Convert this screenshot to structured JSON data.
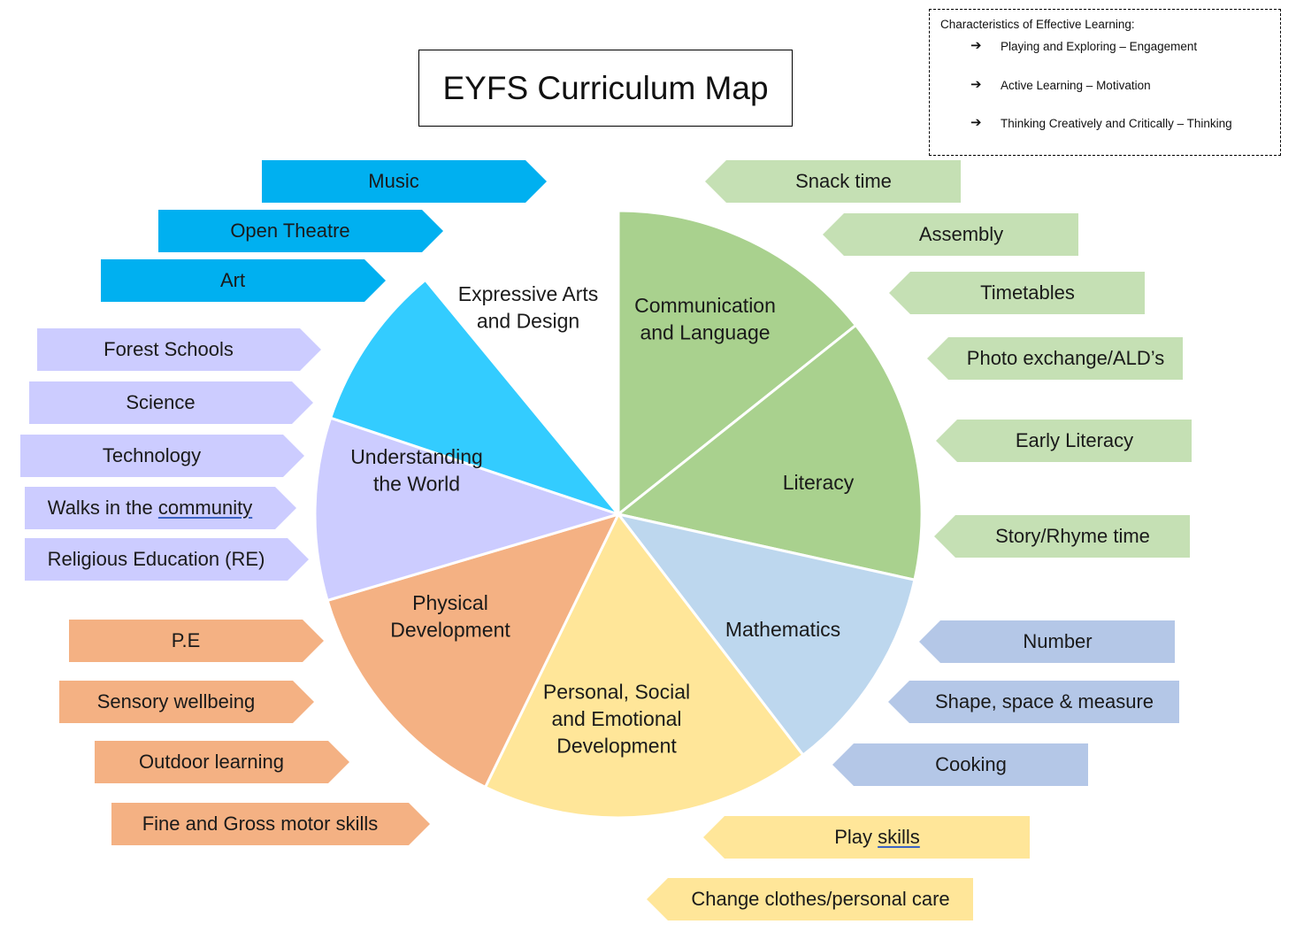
{
  "title": "EYFS Curriculum Map",
  "characteristics": {
    "heading": "Characteristics of Effective Learning:",
    "arrow": "➔",
    "items": [
      "Playing and Exploring – Engagement",
      "Active Learning – Motivation",
      "Thinking Creatively and Critically – Thinking"
    ]
  },
  "segments": [
    {
      "lines": [
        "Communication",
        "and Language"
      ],
      "color": "#a9d18e"
    },
    {
      "lines": [
        "Literacy"
      ],
      "color": "#a9d18e"
    },
    {
      "lines": [
        "Mathematics"
      ],
      "color": "#bdd7ee"
    },
    {
      "lines": [
        "Personal, Social",
        "and Emotional",
        "Development"
      ],
      "color": "#ffe699"
    },
    {
      "lines": [
        "Physical",
        "Development"
      ],
      "color": "#f4b183"
    },
    {
      "lines": [
        "Understanding",
        "the World"
      ],
      "color": "#ccccff"
    },
    {
      "lines": [
        "Expressive Arts",
        "and Design"
      ],
      "color": "#33ccff"
    }
  ],
  "tags_left": {
    "music": "Music",
    "open_theatre": "Open Theatre",
    "art": "Art",
    "forest_schools": "Forest Schools",
    "science": "Science",
    "technology": "Technology",
    "walks_prefix": "Walks in the ",
    "walks_word": "community",
    "re": "Religious Education (RE)",
    "pe": "P.E",
    "sensory": "Sensory wellbeing",
    "outdoor": "Outdoor learning",
    "motor": "Fine and Gross motor skills"
  },
  "tags_right": {
    "snack": "Snack time",
    "assembly": "Assembly",
    "timetables": "Timetables",
    "photo": "Photo exchange/ALD’s",
    "early_literacy": "Early Literacy",
    "story": "Story/Rhyme time",
    "number": "Number",
    "shape": "Shape, space & measure",
    "cooking": "Cooking",
    "play_prefix": "Play ",
    "play_word": "skills",
    "change": "Change clothes/personal care"
  },
  "colors": {
    "expressive": "#00b0f0",
    "understanding": "#ccccff",
    "physical": "#f4b183",
    "communication": "#c5e0b4",
    "mathematics": "#b4c7e7",
    "personal": "#ffe699"
  }
}
